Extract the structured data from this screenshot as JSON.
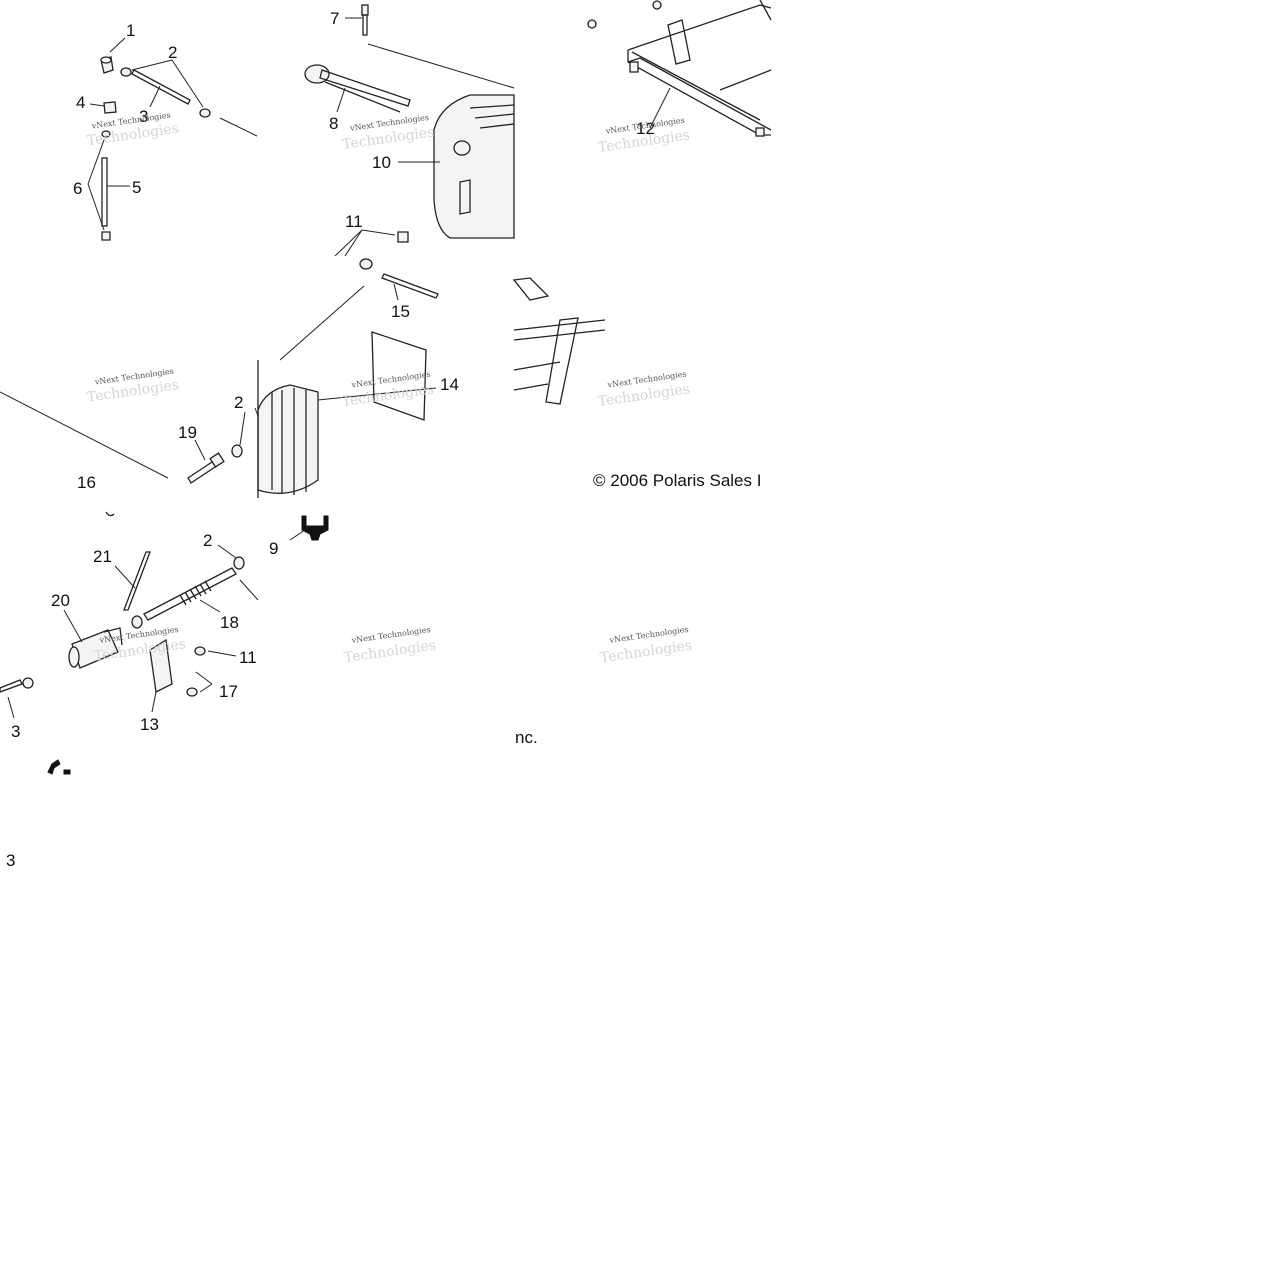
{
  "diagram": {
    "callouts": [
      {
        "id": "c1",
        "text": "1"
      },
      {
        "id": "c2a",
        "text": "2"
      },
      {
        "id": "c3a",
        "text": "3"
      },
      {
        "id": "c4",
        "text": "4"
      },
      {
        "id": "c5",
        "text": "5"
      },
      {
        "id": "c6",
        "text": "6"
      },
      {
        "id": "c7",
        "text": "7"
      },
      {
        "id": "c8",
        "text": "8"
      },
      {
        "id": "c9",
        "text": "9"
      },
      {
        "id": "c10",
        "text": "10"
      },
      {
        "id": "c11a",
        "text": "11"
      },
      {
        "id": "c12",
        "text": "12"
      },
      {
        "id": "c13",
        "text": "13"
      },
      {
        "id": "c14",
        "text": "14"
      },
      {
        "id": "c15",
        "text": "15"
      },
      {
        "id": "c16",
        "text": "16"
      },
      {
        "id": "c17",
        "text": "17"
      },
      {
        "id": "c18",
        "text": "18"
      },
      {
        "id": "c19",
        "text": "19"
      },
      {
        "id": "c20",
        "text": "20"
      },
      {
        "id": "c21",
        "text": "21"
      },
      {
        "id": "c2b",
        "text": "2"
      },
      {
        "id": "c2c",
        "text": "2"
      },
      {
        "id": "c11b",
        "text": "11"
      },
      {
        "id": "c3b",
        "text": "3"
      },
      {
        "id": "c3c",
        "text": "3"
      }
    ],
    "copyright": "© 2006 Polaris Sales I",
    "copyright_tail": "nc.",
    "watermark_line1": "vNext Technologies",
    "watermark_line2": "Technologies"
  }
}
